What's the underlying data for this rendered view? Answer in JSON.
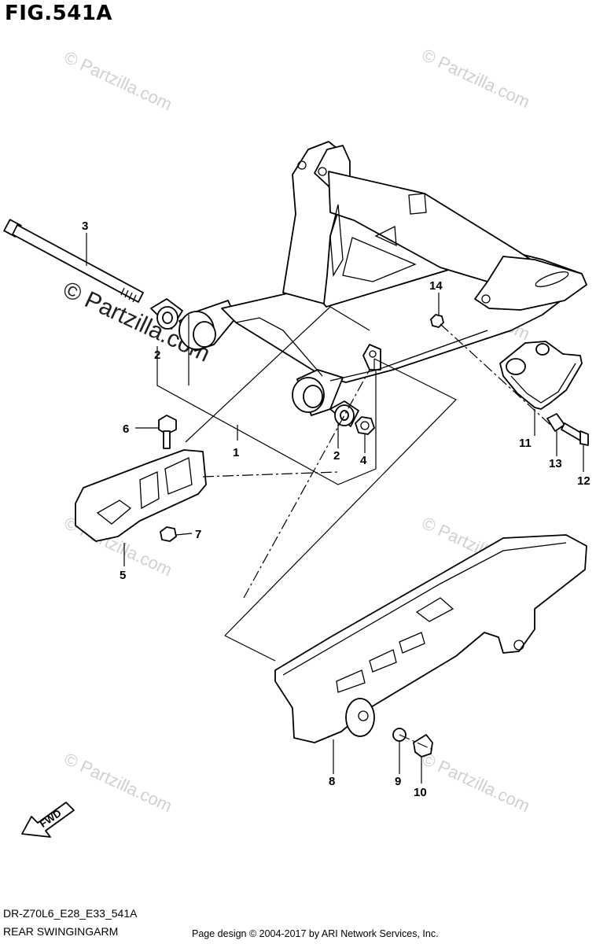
{
  "figure": {
    "title": "FIG.541A",
    "model_code": "DR-Z70L6_E28_E33_541A",
    "diagram_name": "REAR SWINGINGARM",
    "copyright": "Page design © 2004-2017 by ARI Network Services, Inc.",
    "fwd_label": "FWD"
  },
  "watermark": {
    "text": "© Partzilla.com"
  },
  "callouts": [
    "1",
    "2",
    "2",
    "3",
    "4",
    "5",
    "6",
    "7",
    "8",
    "9",
    "10",
    "11",
    "12",
    "13",
    "14"
  ]
}
